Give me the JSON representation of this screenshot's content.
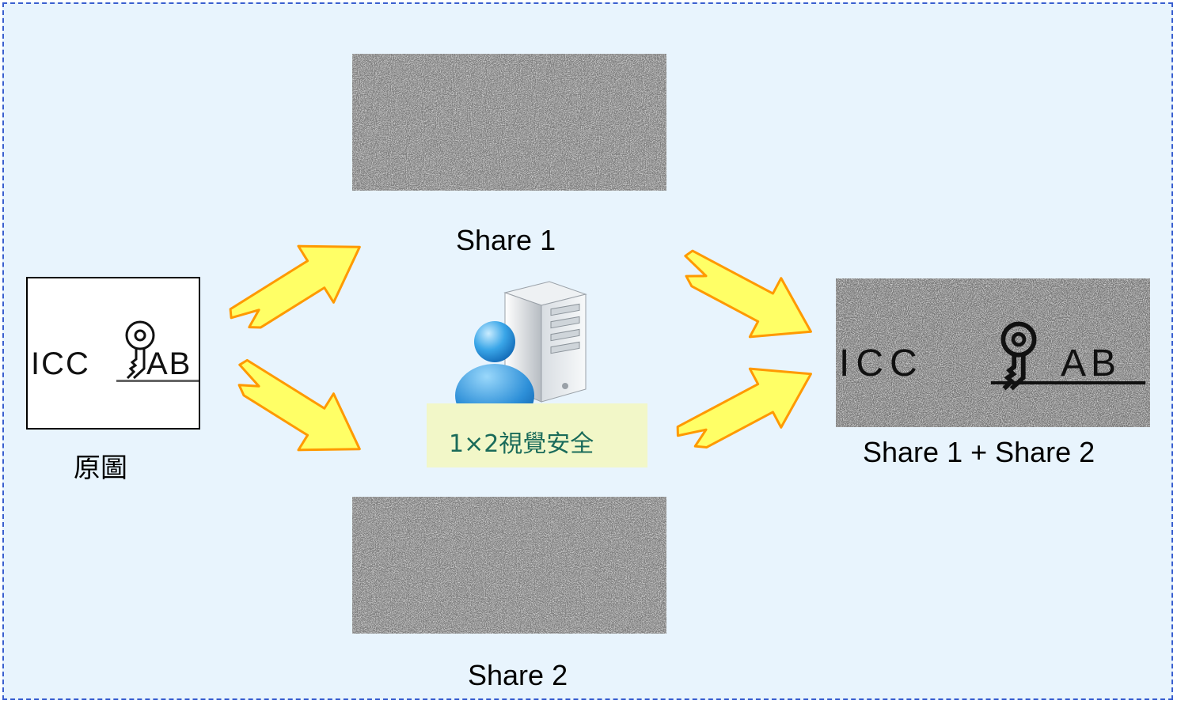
{
  "original": {
    "logo_text_left": "ICC",
    "logo_text_right": "AB",
    "caption": "原圖",
    "icon": "key-icon"
  },
  "share1": {
    "caption": "Share 1"
  },
  "share2": {
    "caption": "Share 2"
  },
  "combined": {
    "caption": "Share 1 + Share 2",
    "logo_text_left": "ICC",
    "logo_text_right": "AB",
    "icon": "key-icon"
  },
  "center": {
    "label": "1×2視覺安全",
    "icons": [
      "user-icon",
      "server-icon"
    ]
  },
  "colors": {
    "frame_bg": "#e8f4fd",
    "frame_border": "#3a5fd0",
    "arrow_fill": "#ffff66",
    "arrow_stroke": "#ff9900",
    "label_box": "#f2f7c8",
    "label_text": "#1a6b5a"
  }
}
